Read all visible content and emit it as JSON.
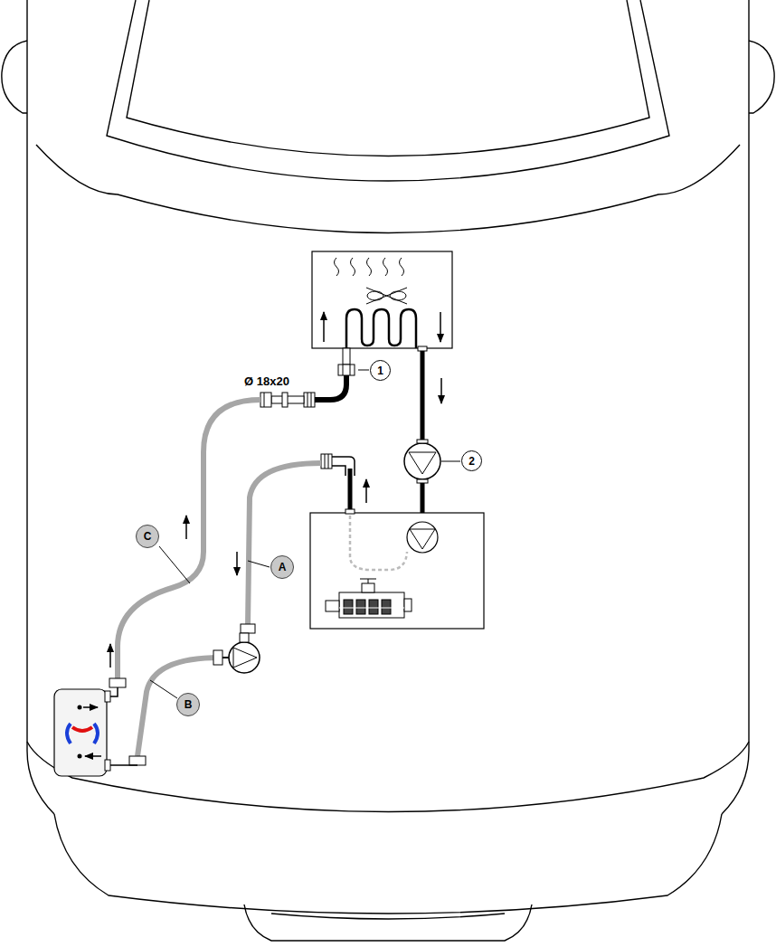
{
  "diagram": {
    "labels": [
      "Ø 18x20",
      "1",
      "2",
      "C",
      "A",
      "B"
    ]
  }
}
